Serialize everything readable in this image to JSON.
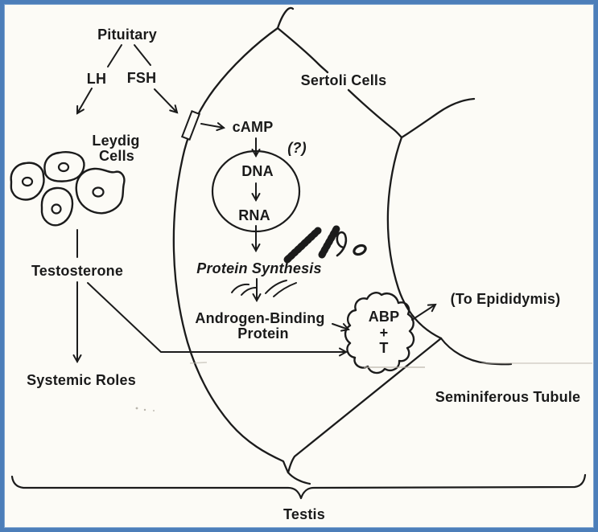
{
  "figure": {
    "background_color": "#fcfbf6",
    "border_color": "#4c7eb9",
    "ink_color": "#1b1b1b"
  },
  "pituitary_axis": {
    "pituitary": "Pituitary",
    "lh": "LH",
    "fsh": "FSH"
  },
  "leydig_side": {
    "leydig_line1": "Leydig",
    "leydig_line2": "Cells",
    "testosterone": "Testosterone",
    "systemic_roles": "Systemic Roles"
  },
  "sertoli_cell": {
    "label": "Sertoli Cells",
    "camp": "cAMP",
    "question_mark": "(?)",
    "dna": "DNA",
    "rna": "RNA",
    "protein_synthesis": "Protein Synthesis",
    "abp_line1": "Androgen-Binding",
    "abp_line2": "Protein"
  },
  "tubule_lumen": {
    "vesicle_line1": "ABP",
    "vesicle_line2": "+",
    "vesicle_line3": "T",
    "to_epididymis": "(To Epididymis)",
    "seminiferous_tubule": "Seminiferous Tubule"
  },
  "bottom": {
    "testis": "Testis"
  }
}
